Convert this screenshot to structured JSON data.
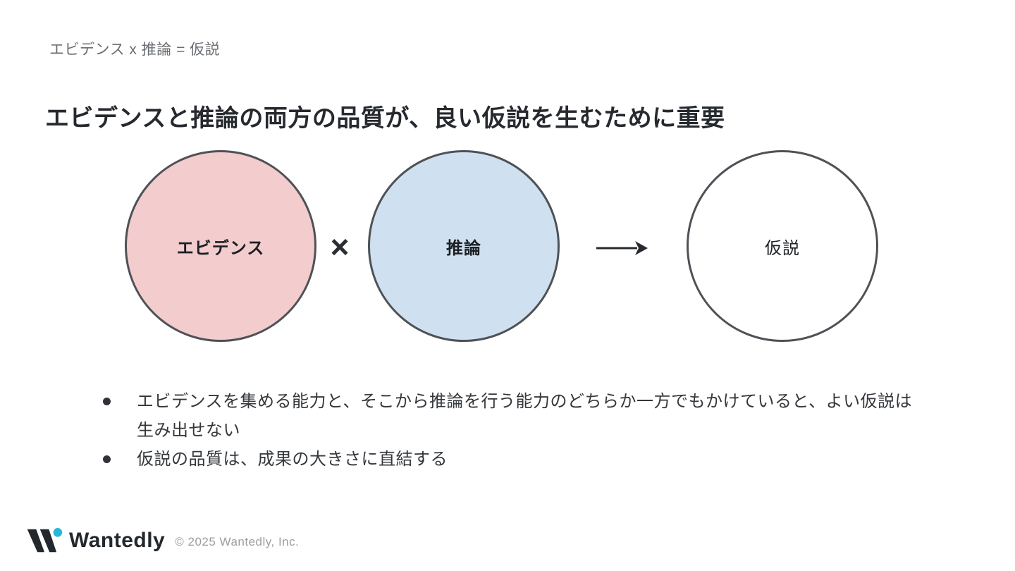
{
  "slide": {
    "kicker": "エビデンス x 推論 = 仮説",
    "title": "エビデンスと推論の両方の品質が、良い仮説を生むために重要",
    "diagram": {
      "circles": [
        {
          "label": "エビデンス",
          "fill": "#f3cccd"
        },
        {
          "label": "推論",
          "fill": "#cfe1f1"
        },
        {
          "label": "仮説",
          "fill": "#ffffff"
        }
      ],
      "multiply_symbol": "×",
      "arrow_icon": "right-arrow",
      "border_color": "#4e5256"
    },
    "bullets": [
      "エビデンスを集める能力と、そこから推論を行う能力のどちらか一方でもかけていると、よい仮説は生み出せない",
      "仮説の品質は、成果の大きさに直結する"
    ],
    "footer": {
      "logo_word": "Wantedly",
      "copyright": "© 2025 Wantedly, Inc.",
      "logo_color": "#23282d",
      "logo_dot_color": "#28b6d8"
    }
  }
}
